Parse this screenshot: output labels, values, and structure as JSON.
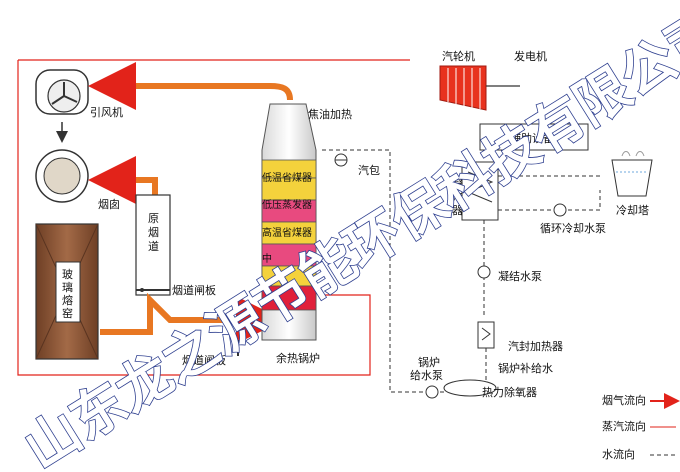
{
  "labels": {
    "fan": "引风机",
    "chimney": "烟囱",
    "original_flue": "原烟道",
    "flue_gate": "烟道闸板",
    "flue_gate_bottom": "烟道闸板",
    "whb": "余热锅炉",
    "tar_heating": "焦油加热",
    "drum": "汽包",
    "lp_economizer": "低温省煤器",
    "lp_evaporator": "低压蒸发器",
    "hp_economizer": "高温省煤器",
    "mid_section": "中",
    "turbine": "汽轮机",
    "generator": "发电机",
    "aux_equipment": "辅助设备",
    "condenser": "凝汽器",
    "cooling_pump": "循环冷却水泵",
    "cooling_tower": "冷却塔",
    "condensate_pump": "凝结水泵",
    "seal_heater": "汽封加热器",
    "feed_pump": "锅炉给水泵",
    "makeup_water": "锅炉补给水",
    "deaerator": "热力除氧器",
    "glass_furnace": "玻璃熔窑"
  },
  "legend": {
    "flue_gas": "烟气流向",
    "steam": "蒸汽流向",
    "water": "水流向"
  },
  "colors": {
    "flue_gas": "#e2231a",
    "hot_gas": "#e87722",
    "steam": "#e2231a",
    "water": "#333333",
    "turbine": "#e8321e",
    "furnace": "#8b5a3c",
    "coil_yellow": "#f4d23c",
    "coil_pink": "#e84a7f",
    "coil_red": "#e0203a"
  },
  "watermark": "山东龙之源节能环保科技有限公司"
}
